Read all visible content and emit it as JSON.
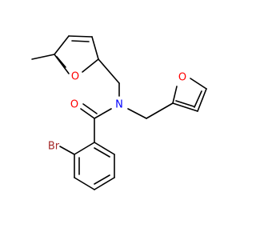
{
  "molecule": {
    "atoms": {
      "oxygen_furan_left": "O",
      "oxygen_carbonyl": "O",
      "nitrogen": "N",
      "oxygen_furan_right": "O",
      "bromine": "Br"
    }
  },
  "colors": {
    "bond": "#000000",
    "oxygen": "#ff0000",
    "nitrogen": "#0000ff",
    "bromine": "#a52a2a",
    "background": "#ffffff"
  }
}
